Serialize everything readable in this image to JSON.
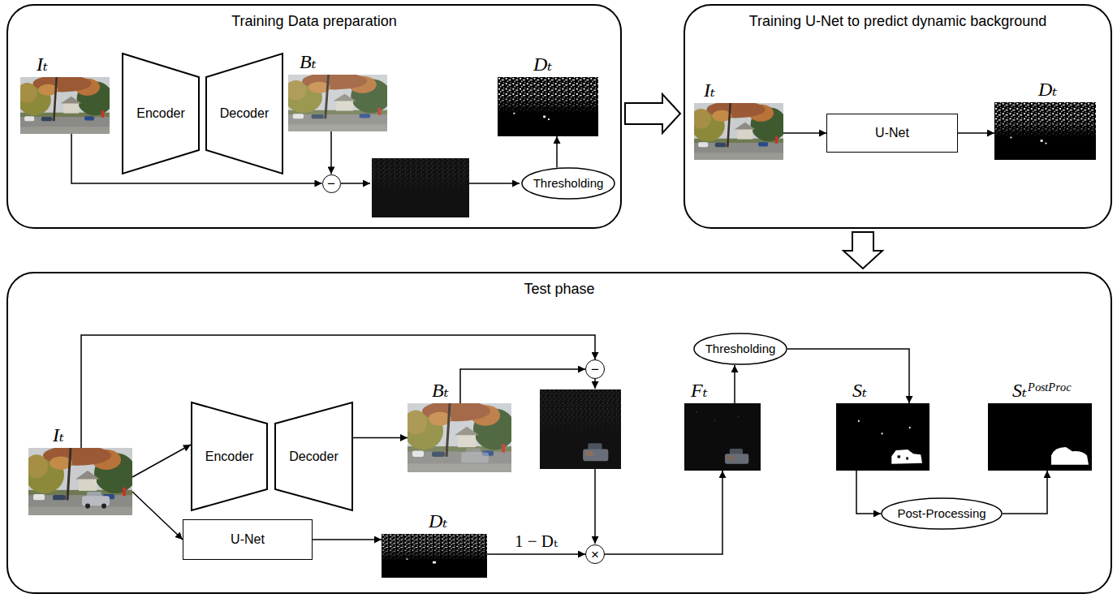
{
  "diagram": {
    "nodes": [
      {
        "text": [
          "Training Data preparation"
        ]
      },
      {
        "text": [
          "Iₜ"
        ],
        "in": 0
      },
      {
        "text": [
          "Encoder"
        ],
        "in": 0
      },
      {
        "text": [
          "Decoder"
        ],
        "in": 0
      },
      {
        "text": [
          "Bₜ"
        ],
        "in": 0
      },
      {
        "text": [
          "−"
        ],
        "in": 0
      },
      {
        "text": [
          "Thresholding"
        ],
        "in": 0
      },
      {
        "text": [
          "Dₜ"
        ],
        "in": 0
      },
      {
        "text": [
          "Training U-Net to predict dynamic background"
        ]
      },
      {
        "text": [
          "Iₜ"
        ],
        "in": 8
      },
      {
        "text": [
          "U-Net"
        ],
        "in": 8
      },
      {
        "text": [
          "Dₜ"
        ],
        "in": 8
      },
      {
        "text": [
          "Test phase"
        ]
      },
      {
        "text": [
          "Iₜ"
        ],
        "in": 12
      },
      {
        "text": [
          "Encoder"
        ],
        "in": 12
      },
      {
        "text": [
          "Decoder"
        ],
        "in": 12
      },
      {
        "text": [
          "Bₜ"
        ],
        "in": 12
      },
      {
        "text": [
          "−"
        ],
        "in": 12
      },
      {
        "text": [
          "U-Net"
        ],
        "in": 12
      },
      {
        "text": [
          "Dₜ"
        ],
        "in": 12
      },
      {
        "text": [
          "×"
        ],
        "in": 12
      },
      {
        "text": [
          "Fₜ"
        ],
        "in": 12
      },
      {
        "text": [
          "Thresholding"
        ],
        "in": 12
      },
      {
        "text": [
          "Sₜ"
        ],
        "in": 12
      },
      {
        "text": [
          "Sₜᴾᵒˢᵗᴾʳᵒᶜ"
        ],
        "in": 12
      },
      {
        "text": [
          "Post-Processing"
        ],
        "in": 12
      }
    ],
    "edges": [
      {
        "from": 0,
        "to": 8,
        "arrow": "to"
      },
      {
        "from": 8,
        "to": 12,
        "arrow": "to"
      },
      {
        "from": 1,
        "to": 5,
        "arrow": "to"
      },
      {
        "from": 4,
        "to": 5,
        "arrow": "to"
      },
      {
        "from": 6,
        "to": 7,
        "arrow": "to"
      },
      {
        "from": 9,
        "to": 10,
        "arrow": "to"
      },
      {
        "from": 10,
        "to": 11,
        "arrow": "to"
      },
      {
        "from": 13,
        "to": 17,
        "arrow": "to"
      },
      {
        "from": 13,
        "to": 14,
        "arrow": "to"
      },
      {
        "from": 13,
        "to": 18,
        "arrow": "to"
      },
      {
        "from": 15,
        "to": 16,
        "arrow": "to"
      },
      {
        "from": 16,
        "to": 17,
        "arrow": "to"
      },
      {
        "from": 18,
        "to": 19,
        "arrow": "to"
      },
      {
        "from": 19,
        "to": 20,
        "label": "1 − Dₜ",
        "arrow": "to"
      },
      {
        "from": 20,
        "to": 21,
        "arrow": "to"
      },
      {
        "from": 21,
        "to": 22,
        "arrow": "to"
      },
      {
        "from": 22,
        "to": 23,
        "arrow": "to"
      },
      {
        "from": 23,
        "to": 25,
        "arrow": "to"
      },
      {
        "from": 25,
        "to": 24,
        "arrow": "to"
      }
    ]
  }
}
